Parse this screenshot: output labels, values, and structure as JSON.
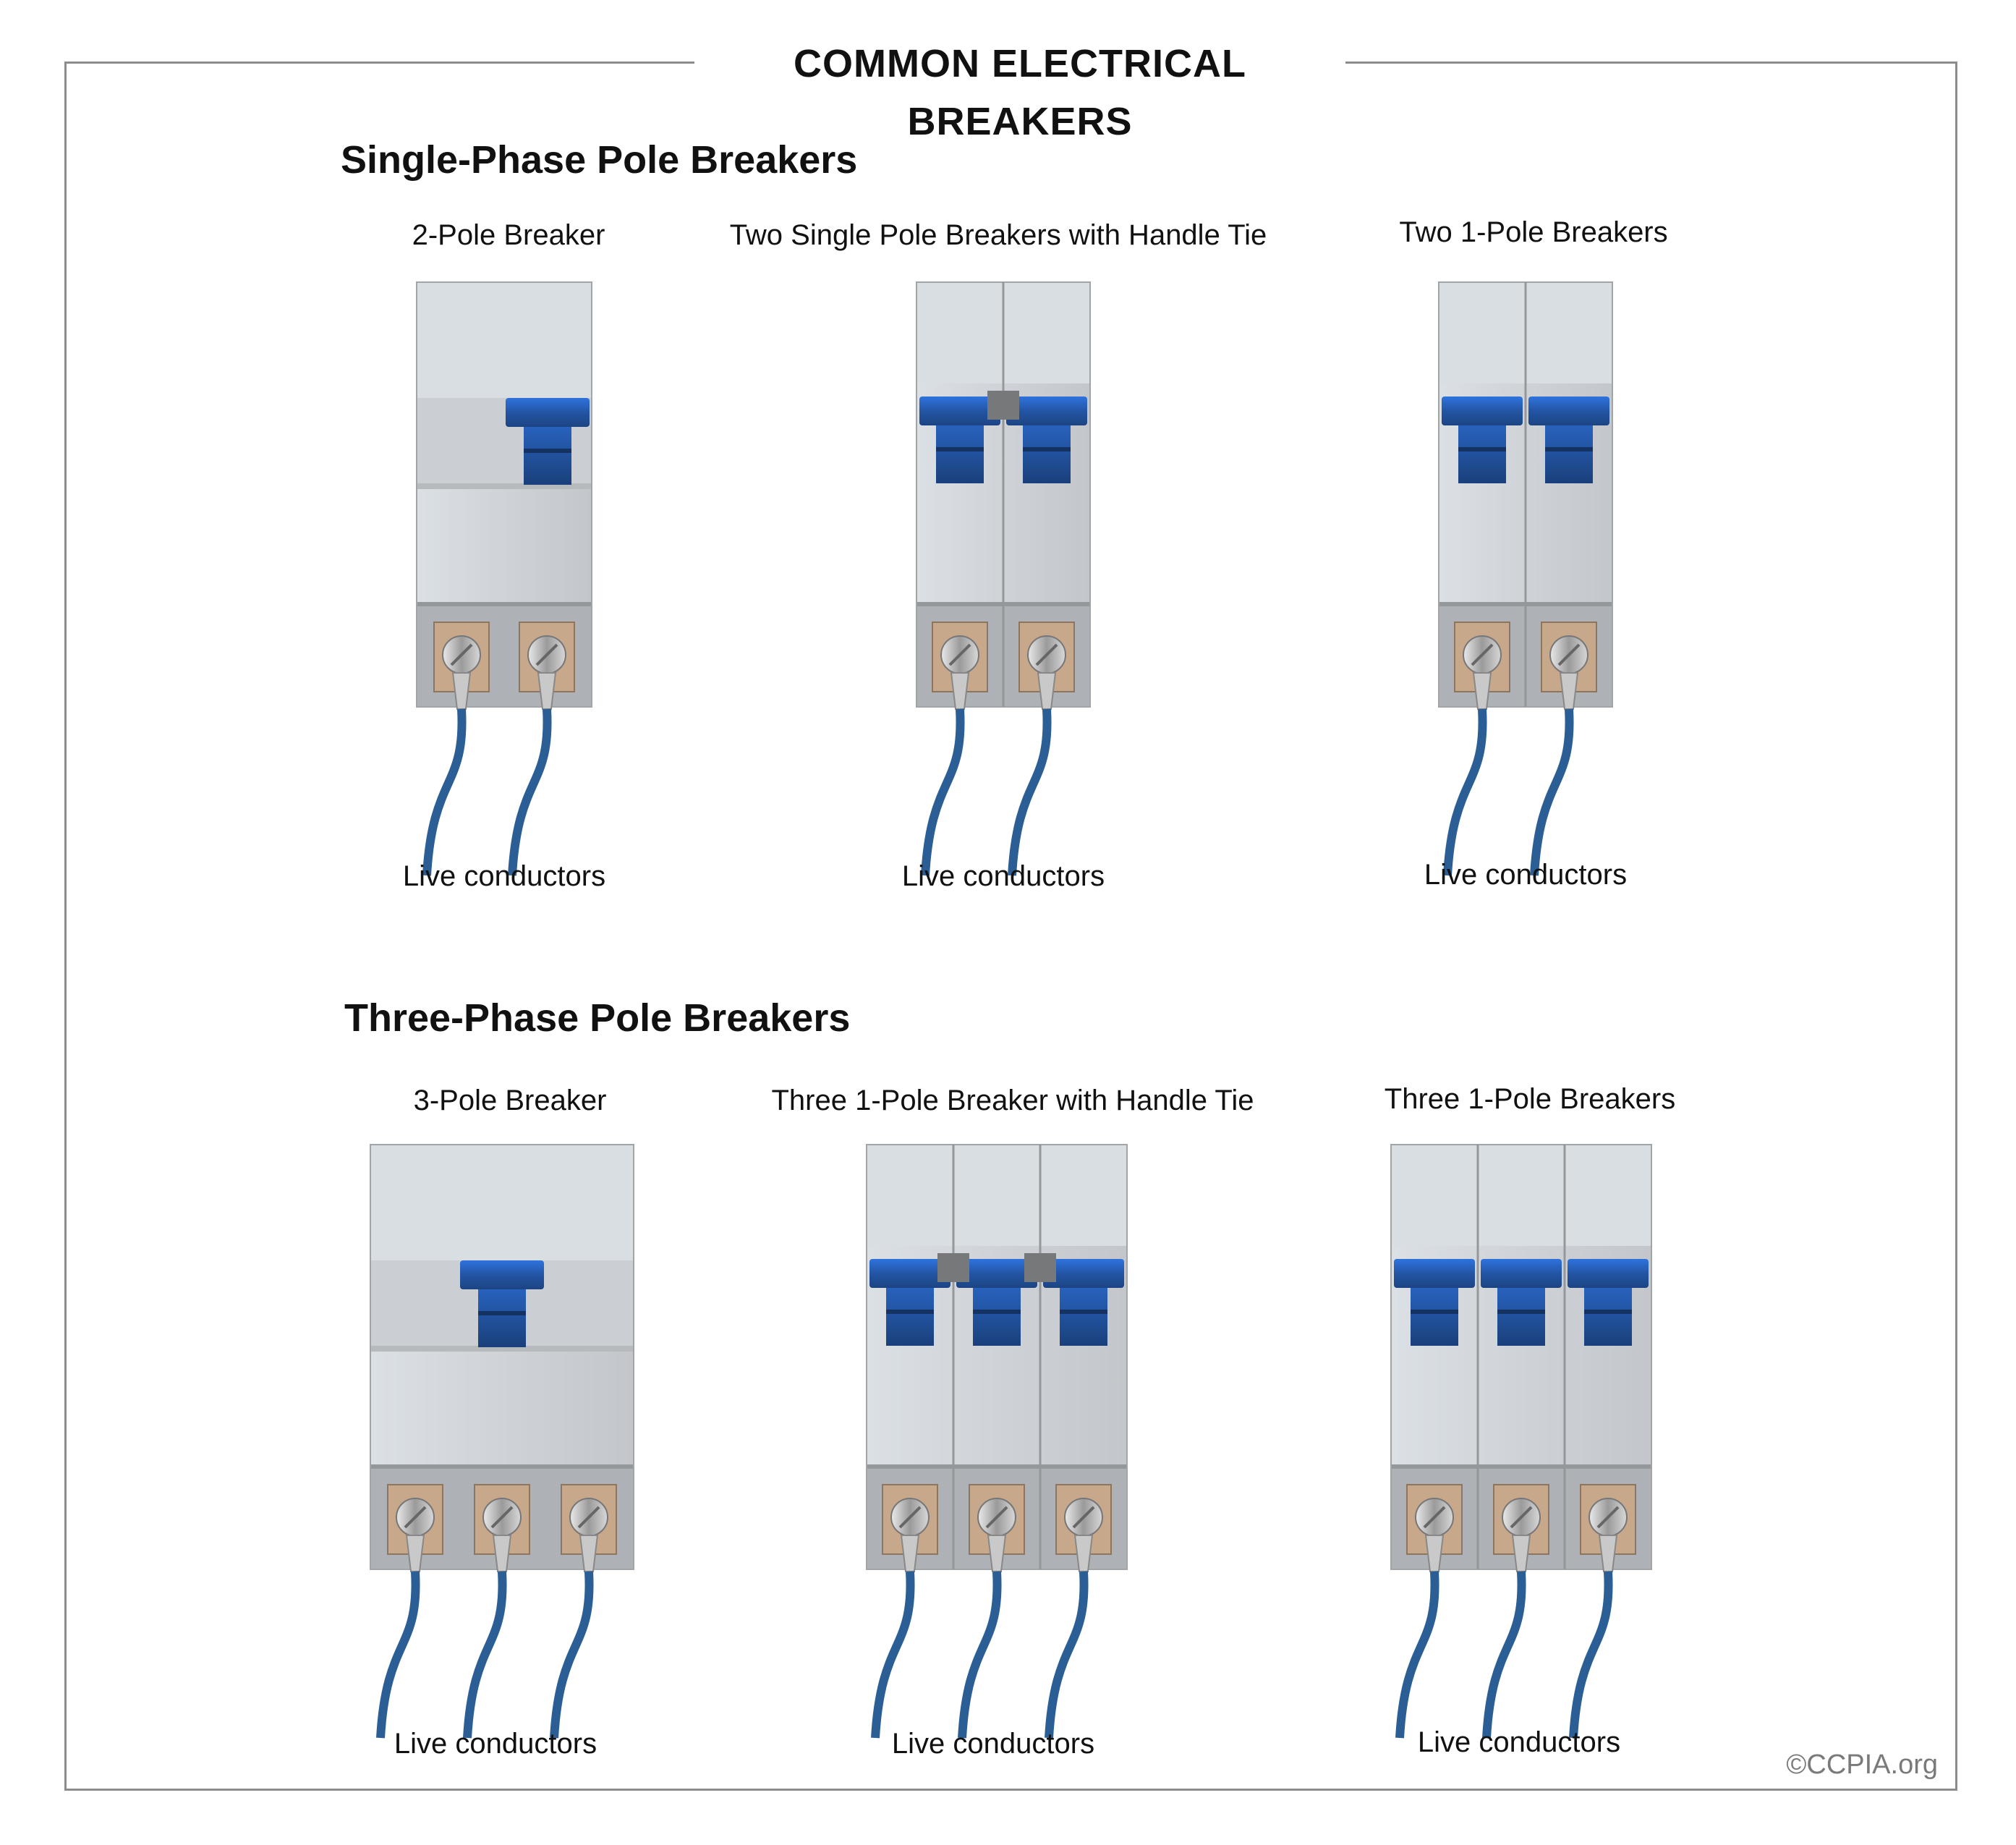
{
  "title": "COMMON ELECTRICAL BREAKERS",
  "copyright": "©CCPIA.org",
  "colors": {
    "handle": "#2355a4",
    "wire": "#2a5e95",
    "housing": "#cfd3d7",
    "tie": "#77787a",
    "terminal": "#c8a88a"
  },
  "sections": [
    {
      "heading": "Single-Phase Pole Breakers",
      "breakers": [
        {
          "name": "2-Pole Breaker",
          "poles": 2,
          "style": "multi-pole",
          "conductors_label": "Live conductors"
        },
        {
          "name": "Two Single Pole Breakers with Handle Tie",
          "poles": 2,
          "style": "handle-tie",
          "conductors_label": "Live conductors"
        },
        {
          "name": "Two 1-Pole Breakers",
          "poles": 2,
          "style": "separate",
          "conductors_label": "Live conductors"
        }
      ]
    },
    {
      "heading": "Three-Phase Pole Breakers",
      "breakers": [
        {
          "name": "3-Pole Breaker",
          "poles": 3,
          "style": "multi-pole",
          "conductors_label": "Live conductors"
        },
        {
          "name": "Three 1-Pole Breaker with Handle Tie",
          "poles": 3,
          "style": "handle-tie",
          "conductors_label": "Live conductors"
        },
        {
          "name": "Three 1-Pole Breakers",
          "poles": 3,
          "style": "separate",
          "conductors_label": "Live conductors"
        }
      ]
    }
  ]
}
